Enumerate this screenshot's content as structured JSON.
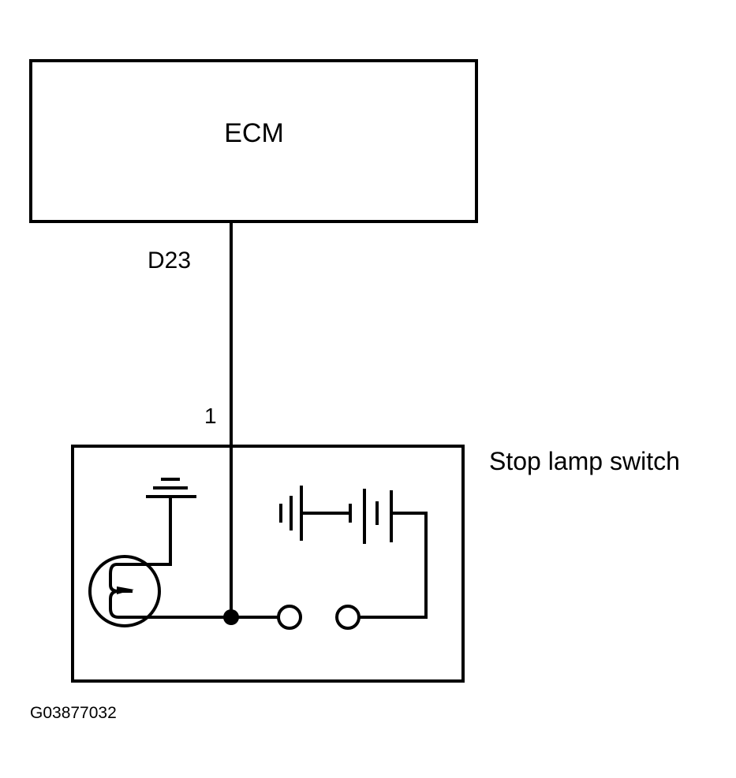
{
  "ecm": {
    "label": "ECM"
  },
  "wire": {
    "circuit_label": "D23",
    "pin_label": "1"
  },
  "stop_lamp_switch": {
    "label": "Stop lamp switch"
  },
  "figure_id": "G03877032",
  "colors": {
    "ink": "#000000",
    "background": "#ffffff"
  }
}
